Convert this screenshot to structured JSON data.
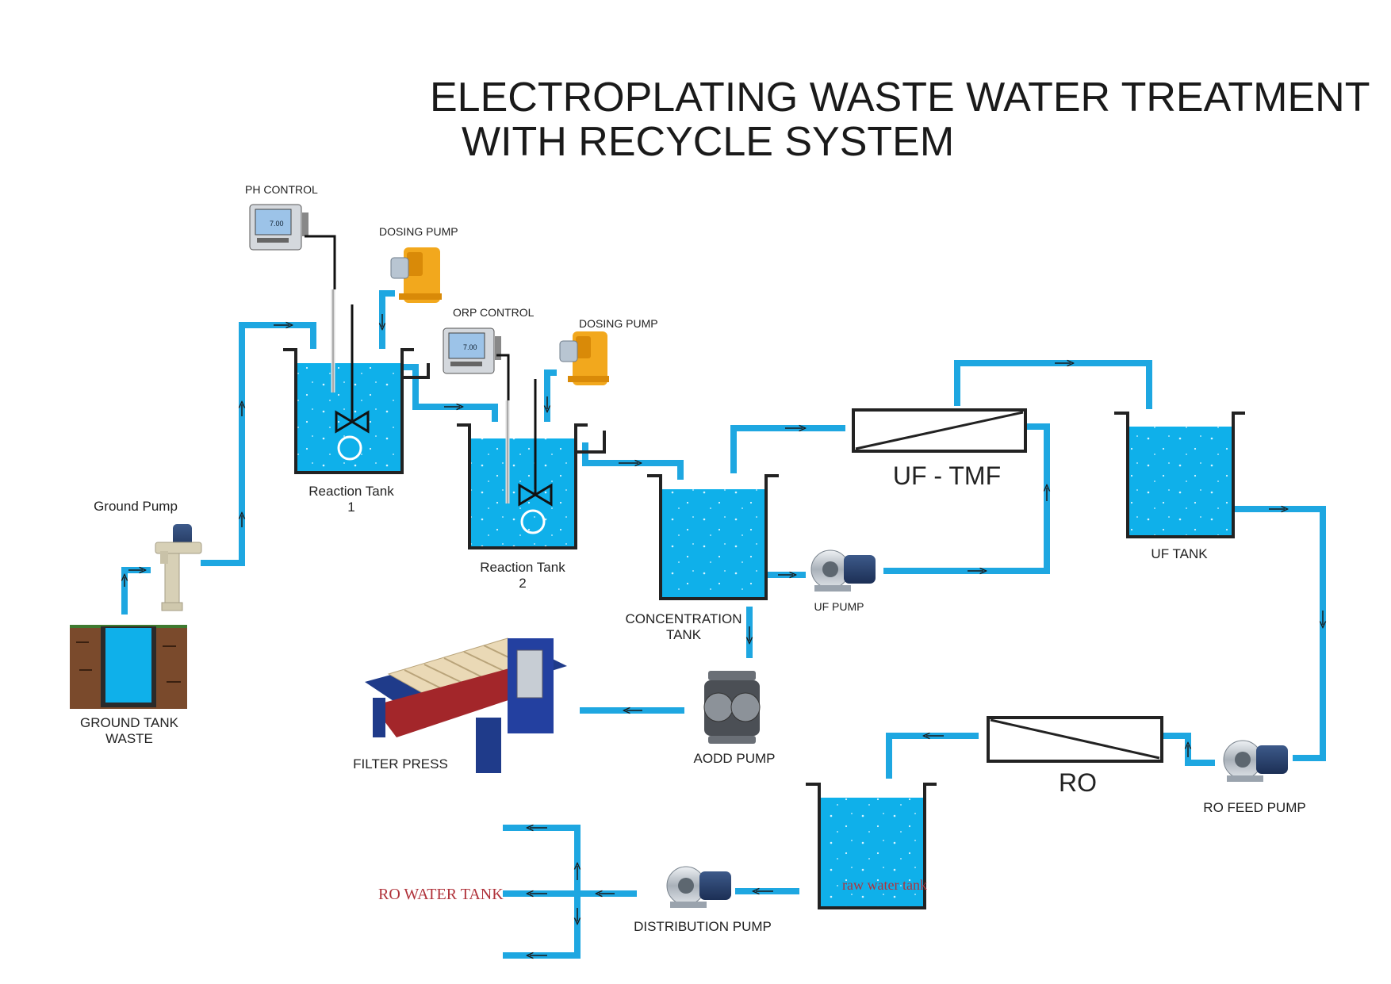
{
  "title": {
    "line1": "ELECTROPLATING WASTE WATER TREATMENT",
    "line2": "WITH RECYCLE SYSTEM"
  },
  "labels": {
    "ph_control": "PH CONTROL",
    "dosing_pump_1": "DOSING PUMP",
    "orp_control": "ORP CONTROL",
    "dosing_pump_2": "DOSING PUMP",
    "ground_pump": "Ground Pump",
    "reaction_tank_1_line1": "Reaction Tank",
    "reaction_tank_1_line2": "1",
    "reaction_tank_2_line1": "Reaction Tank",
    "reaction_tank_2_line2": "2",
    "concentration_tank_line1": "CONCENTRATION",
    "concentration_tank_line2": "TANK",
    "uf_tmf": "UF - TMF",
    "uf_pump": "UF PUMP",
    "uf_tank": "UF TANK",
    "ground_tank_line1": "GROUND TANK",
    "ground_tank_line2": "WASTE",
    "filter_press": "FILTER PRESS",
    "aodd_pump": "AODD PUMP",
    "ro": "RO",
    "ro_feed_pump": "RO FEED PUMP",
    "raw_water_tank": "raw water tank",
    "ro_water_tank": "RO WATER TANK",
    "distribution_pump": "DISTRIBUTION PUMP",
    "meter_reading": "7.00"
  },
  "colors": {
    "pipe": "#1ea7e1",
    "water": "#0fb0ea",
    "tank_wall": "#222222",
    "soil": "#7a4a2c",
    "serif_label": "#b0323a",
    "dosing_pump_body": "#f2a81d"
  }
}
